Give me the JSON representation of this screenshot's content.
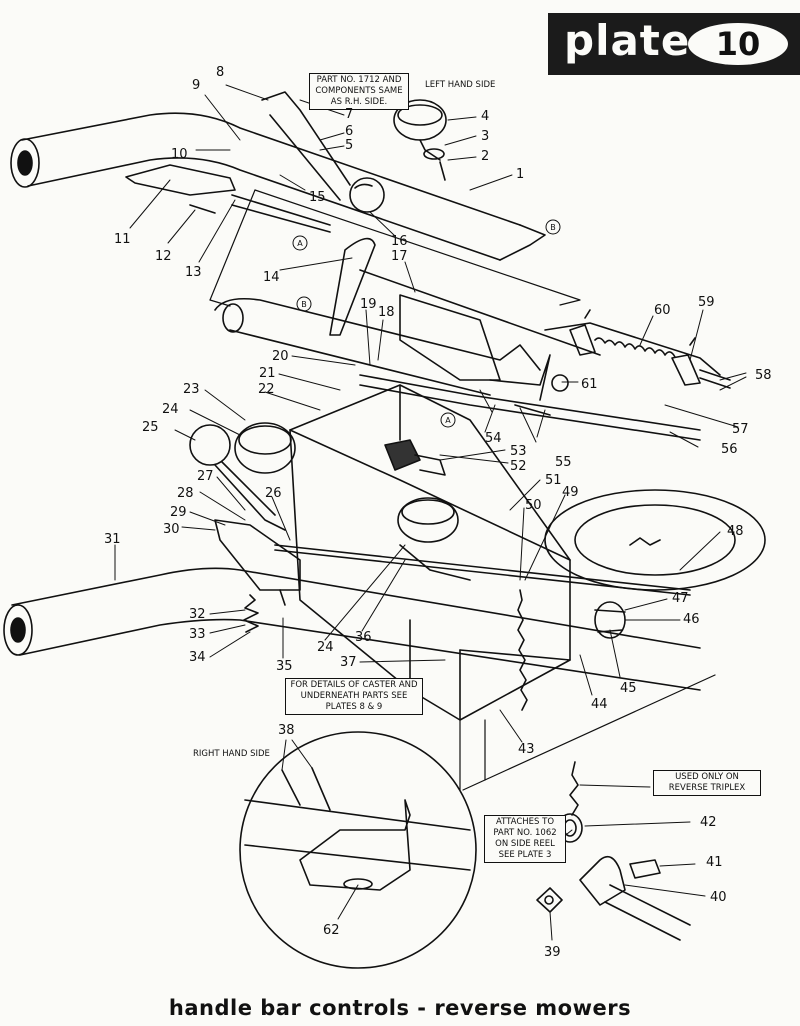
{
  "header": {
    "plate_word": "plate",
    "plate_number": "10"
  },
  "notes": {
    "part_1712": "PART NO. 1712 AND COMPONENTS SAME AS R.H. SIDE.",
    "left_hand_side": "LEFT HAND SIDE",
    "right_hand_side": "RIGHT HAND SIDE",
    "caster_details": "FOR DETAILS OF CASTER AND UNDERNEATH PARTS SEE PLATES 8 & 9",
    "reverse_triplex": "USED ONLY ON REVERSE TRIPLEX",
    "attaches_to": "ATTACHES TO PART NO. 1062 ON SIDE REEL SEE PLATE 3"
  },
  "callout_letters": [
    "A",
    "B"
  ],
  "part_numbers": [
    "1",
    "2",
    "3",
    "4",
    "5",
    "6",
    "7",
    "8",
    "9",
    "10",
    "11",
    "12",
    "13",
    "14",
    "15",
    "16",
    "17",
    "18",
    "19",
    "20",
    "21",
    "22",
    "23",
    "24",
    "25",
    "26",
    "27",
    "28",
    "29",
    "30",
    "31",
    "32",
    "33",
    "34",
    "35",
    "36",
    "37",
    "38",
    "39",
    "40",
    "41",
    "42",
    "43",
    "44",
    "45",
    "46",
    "47",
    "48",
    "49",
    "50",
    "51",
    "52",
    "53",
    "54",
    "55",
    "56",
    "57",
    "58",
    "59",
    "60",
    "61",
    "62"
  ],
  "caption": "handle bar controls - reverse mowers"
}
